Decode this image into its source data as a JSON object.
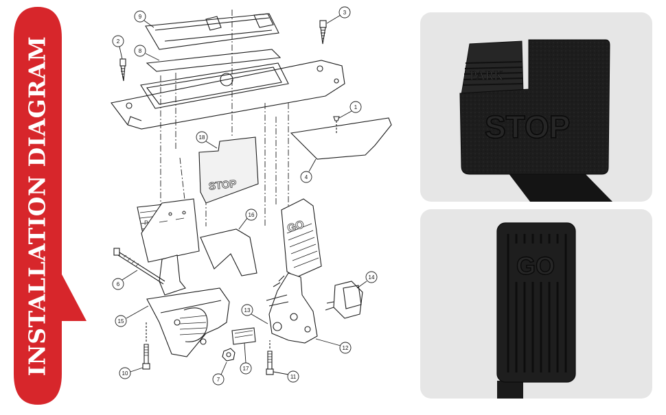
{
  "banner": {
    "title": "INSTALLATION DIAGRAM",
    "color": "#d7262b"
  },
  "diagram": {
    "callouts": [
      "1",
      "2",
      "3",
      "4",
      "6",
      "7",
      "8",
      "9",
      "10",
      "11",
      "12",
      "13",
      "14",
      "15",
      "16",
      "17",
      "18"
    ],
    "stop_plate_text": "STOP",
    "park_text": "PARK",
    "go_text": "GO"
  },
  "photos": {
    "stop_pedal": {
      "park_label": "PARK",
      "stop_label": "STOP"
    },
    "go_pedal": {
      "go_label": "GO"
    }
  },
  "colors": {
    "banner_red": "#d7262b",
    "panel_gray": "#e6e6e6",
    "rubber_black": "#1b1b1b"
  }
}
